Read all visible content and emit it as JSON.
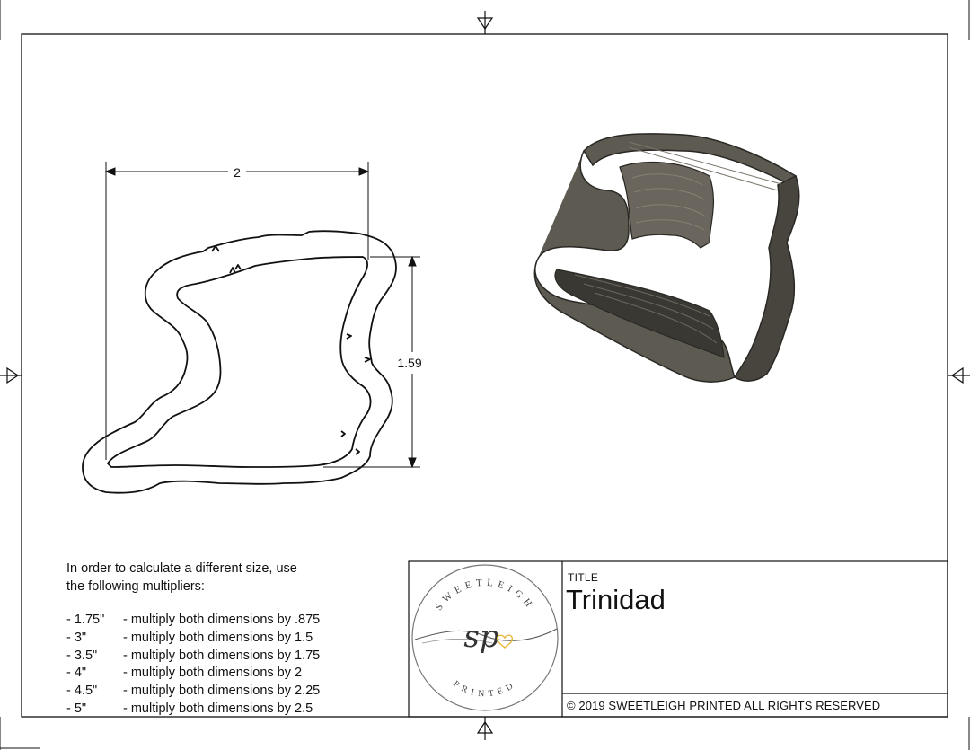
{
  "drawing": {
    "dimensions": {
      "width_label": "2",
      "height_label": "1.59"
    }
  },
  "notes": {
    "intro": "In order to calculate a different size, use\nthe following multipliers:",
    "multipliers": [
      {
        "size": "- 1.75\"",
        "text": "- multiply both dimensions by .875"
      },
      {
        "size": "- 3\"",
        "text": "- multiply both dimensions by 1.5"
      },
      {
        "size": "- 3.5\"",
        "text": "- multiply both dimensions by 1.75"
      },
      {
        "size": "- 4\"",
        "text": "- multiply both dimensions by 2"
      },
      {
        "size": "- 4.5\"",
        "text": "- multiply both dimensions by 2.25"
      },
      {
        "size": "- 5\"",
        "text": "- multiply both dimensions by 2.5"
      }
    ]
  },
  "title_block": {
    "title_label": "TITLE",
    "title_value": "Trinidad",
    "copyright": "© 2019  SWEETLEIGH PRINTED  ALL RIGHTS RESERVED",
    "logo": {
      "top_text": "SWEETLEIGH",
      "monogram": "sp",
      "bottom_text": "PRINTED"
    }
  },
  "colors": {
    "line": "#111111",
    "cutter_body": "#5d5a52",
    "cutter_dark": "#3a3832",
    "logo_accent": "#e8b93f"
  }
}
